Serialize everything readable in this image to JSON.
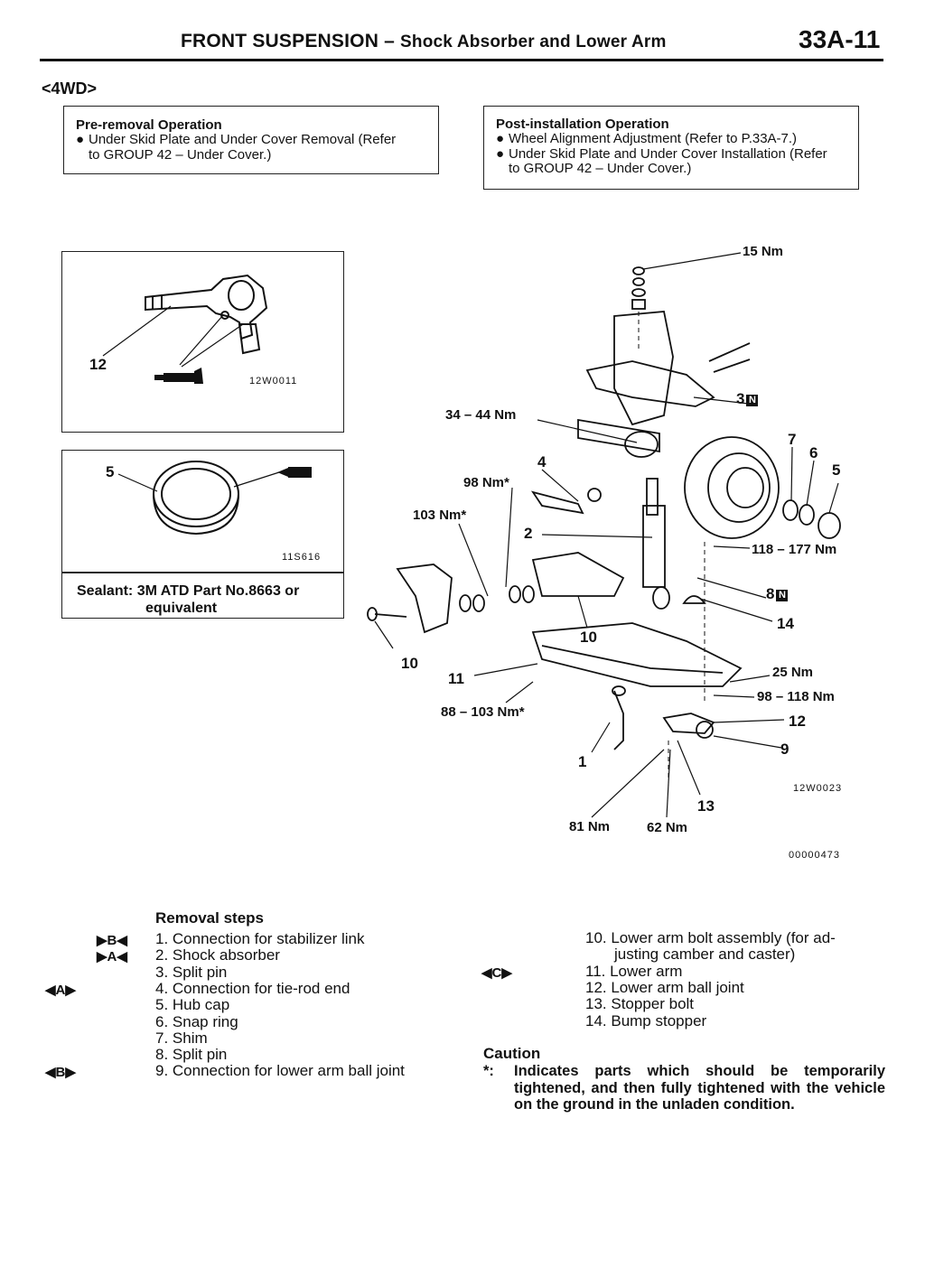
{
  "header": {
    "title": "FRONT SUSPENSION",
    "separator": "–",
    "subtitle": "Shock Absorber and Lower Arm",
    "page_number": "33A-11"
  },
  "variant": "<4WD>",
  "pre_removal": {
    "heading": "Pre-removal Operation",
    "items": [
      {
        "bullet": "●",
        "text": "Under Skid Plate and Under Cover Removal (Refer",
        "cont": "to GROUP 42 – Under Cover.)"
      }
    ]
  },
  "post_installation": {
    "heading": "Post-installation Operation",
    "items": [
      {
        "bullet": "●",
        "text": "Wheel Alignment Adjustment (Refer to P.33A-7.)",
        "cont": ""
      },
      {
        "bullet": "●",
        "text": "Under Skid Plate and Under Cover Installation (Refer",
        "cont": "to GROUP 42 – Under Cover.)"
      }
    ]
  },
  "figure_upper_left": {
    "callout": "12",
    "code": "12W0011"
  },
  "figure_lower_left": {
    "callout": "5",
    "code": "11S616",
    "sealant_line1": "Sealant: 3M ATD Part No.8663 or",
    "sealant_line2": "equivalent"
  },
  "main_figure": {
    "code_inner": "12W0023",
    "code_outer": "00000473",
    "callouts": [
      "1",
      "2",
      "3",
      "4",
      "5",
      "6",
      "7",
      "8",
      "9",
      "10",
      "10",
      "11",
      "12",
      "13",
      "14"
    ],
    "torques": [
      "15 Nm",
      "34 – 44 Nm",
      "98 Nm*",
      "103 Nm*",
      "118 – 177 Nm",
      "25 Nm",
      "98 – 118 Nm",
      "88 – 103 Nm*",
      "81 Nm",
      "62 Nm"
    ]
  },
  "removal_steps": {
    "heading": "Removal steps",
    "left": [
      {
        "marker": "▶B◀",
        "text": "1. Connection for stabilizer link"
      },
      {
        "marker": "▶A◀",
        "text": "2. Shock absorber"
      },
      {
        "marker": "",
        "text": "3. Split pin"
      },
      {
        "marker": "◀A▶",
        "text": "4. Connection for tie-rod end"
      },
      {
        "marker": "",
        "text": "5. Hub cap"
      },
      {
        "marker": "",
        "text": "6. Snap ring"
      },
      {
        "marker": "",
        "text": "7. Shim"
      },
      {
        "marker": "",
        "text": "8. Split pin"
      },
      {
        "marker": "◀B▶",
        "text": "9. Connection for lower arm ball joint"
      }
    ],
    "right": [
      {
        "marker": "",
        "text": "10. Lower arm bolt assembly (for ad-",
        "cont": "justing camber and caster)"
      },
      {
        "marker": "◀C▶",
        "text": "11. Lower arm"
      },
      {
        "marker": "",
        "text": "12. Lower arm ball joint"
      },
      {
        "marker": "",
        "text": "13. Stopper bolt"
      },
      {
        "marker": "",
        "text": "14. Bump stopper"
      }
    ]
  },
  "caution": {
    "heading": "Caution",
    "symbol": "*:",
    "text": "Indicates parts which should be temporarily tightened, and then fully tightened with the vehicle on the ground in the unladen condition."
  }
}
